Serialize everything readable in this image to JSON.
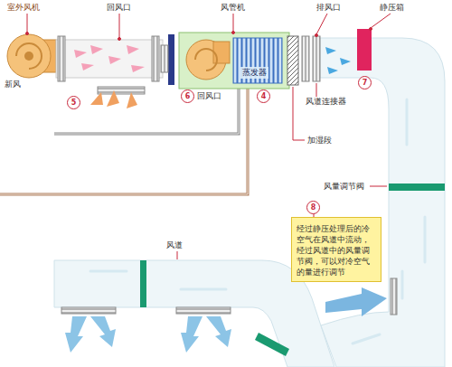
{
  "diagram": {
    "nodes": [
      {
        "text": [
          "蒸发器"
        ]
      },
      {
        "text": [
          "经过静压处理后的冷空气在风道中流动，经过风道中的风量调节阀，可以对冷空气的量进行调节"
        ]
      }
    ],
    "labels": [
      "室外风机",
      "回风口",
      "风管机",
      "排风口",
      "静压箱",
      "新风",
      "5",
      "6",
      "回风口",
      "4",
      "加湿段",
      "风道连接器",
      "7",
      "风量调节阀",
      "8",
      "风道"
    ]
  }
}
